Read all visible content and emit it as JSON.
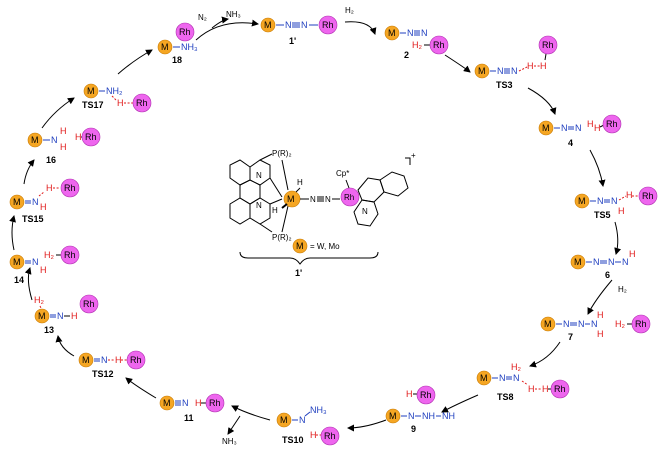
{
  "labels": {
    "s1p": "1'",
    "s2": "2",
    "ts3": "TS3",
    "s4": "4",
    "ts5": "TS5",
    "s6": "6",
    "s7": "7",
    "ts8": "TS8",
    "s9": "9",
    "ts10": "TS10",
    "s11": "11",
    "ts12": "TS12",
    "s13": "13",
    "s14": "14",
    "ts15": "TS15",
    "s16": "16",
    "ts17": "TS17",
    "s18": "18",
    "center_1p": "1'"
  },
  "reagents": {
    "n2": "N₂",
    "nh3_top": "NH₃",
    "h2_top": "H₂",
    "h2_right": "H₂",
    "nh3_bottom": "NH₃"
  },
  "atoms": {
    "m": "M",
    "rh": "Rh",
    "h": "H",
    "n": "N",
    "h2": "H₂",
    "nh": "NH",
    "nh2": "NH₂",
    "nh3": "NH₃"
  },
  "center": {
    "pr2_top": "P(R)₂",
    "pr2_bot": "P(R)₂",
    "cp": "Cp*",
    "charge": "+",
    "legend": "= W, Mo"
  },
  "colors": {
    "metal": "#f5a623",
    "rh": "#ee66ee",
    "nitrogen": "#1f3fbf",
    "hydrogen": "#e01818"
  }
}
